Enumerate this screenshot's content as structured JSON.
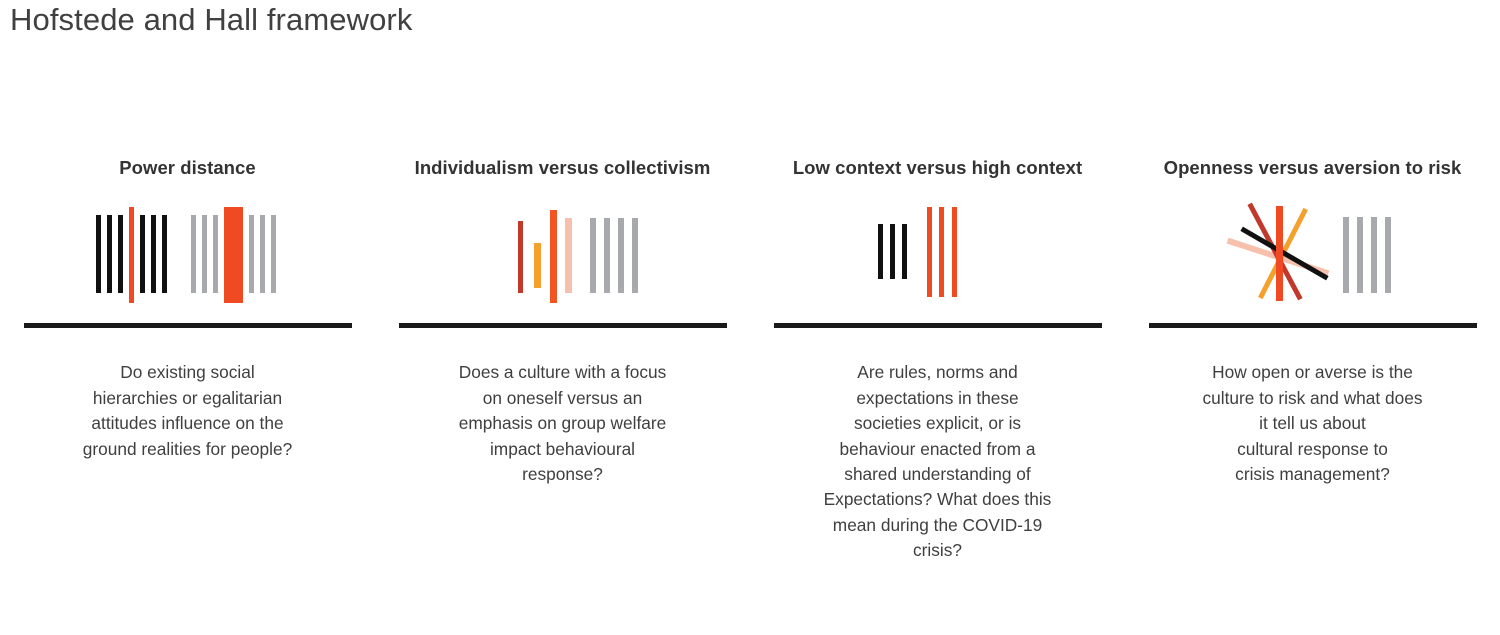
{
  "slide": {
    "title": "Hofstede and Hall framework",
    "background": "#ffffff",
    "title_color": "#404040"
  },
  "palette": {
    "orange": "#EF4A21",
    "orange_bright": "#F05523",
    "brick": "#C0392B",
    "amber": "#F5A02D",
    "pink": "#F7C0AC",
    "gray": "#A7A9AC",
    "black": "#111111",
    "divider": "#1a1a1a",
    "heading_text": "#333333",
    "body_text": "#3f3f3f"
  },
  "columns": [
    {
      "id": "power-distance",
      "heading": "Power distance",
      "icon_name": "bar-group-black-gray-icon",
      "body": "Do existing social\nhierarchies or egalitarian\nattitudes influence on the\nground realities for people?"
    },
    {
      "id": "individualism-versus-collectivism",
      "heading": "Individualism versus collectivism",
      "icon_name": "bar-group-warm-gray-icon",
      "body": "Does a culture with a focus\non oneself versus an\nemphasis on group welfare\nimpact behavioural\nresponse?"
    },
    {
      "id": "low-context-versus-high-context",
      "heading": "Low context versus high context",
      "icon_name": "bar-group-black-orange-icon",
      "body": "Are rules, norms and\nexpectations in these\nsocieties explicit, or is\nbehaviour enacted from a\nshared understanding of\nExpectations? What does this\nmean during the COVID-19\ncrisis?"
    },
    {
      "id": "openness-versus-aversion-to-risk",
      "heading": "Openness versus aversion to risk",
      "icon_name": "crossed-lines-gray-bars-icon",
      "body": "How open or averse is the\nculture to risk and what does\nit tell us about\ncultural response to\ncrisis management?"
    }
  ]
}
